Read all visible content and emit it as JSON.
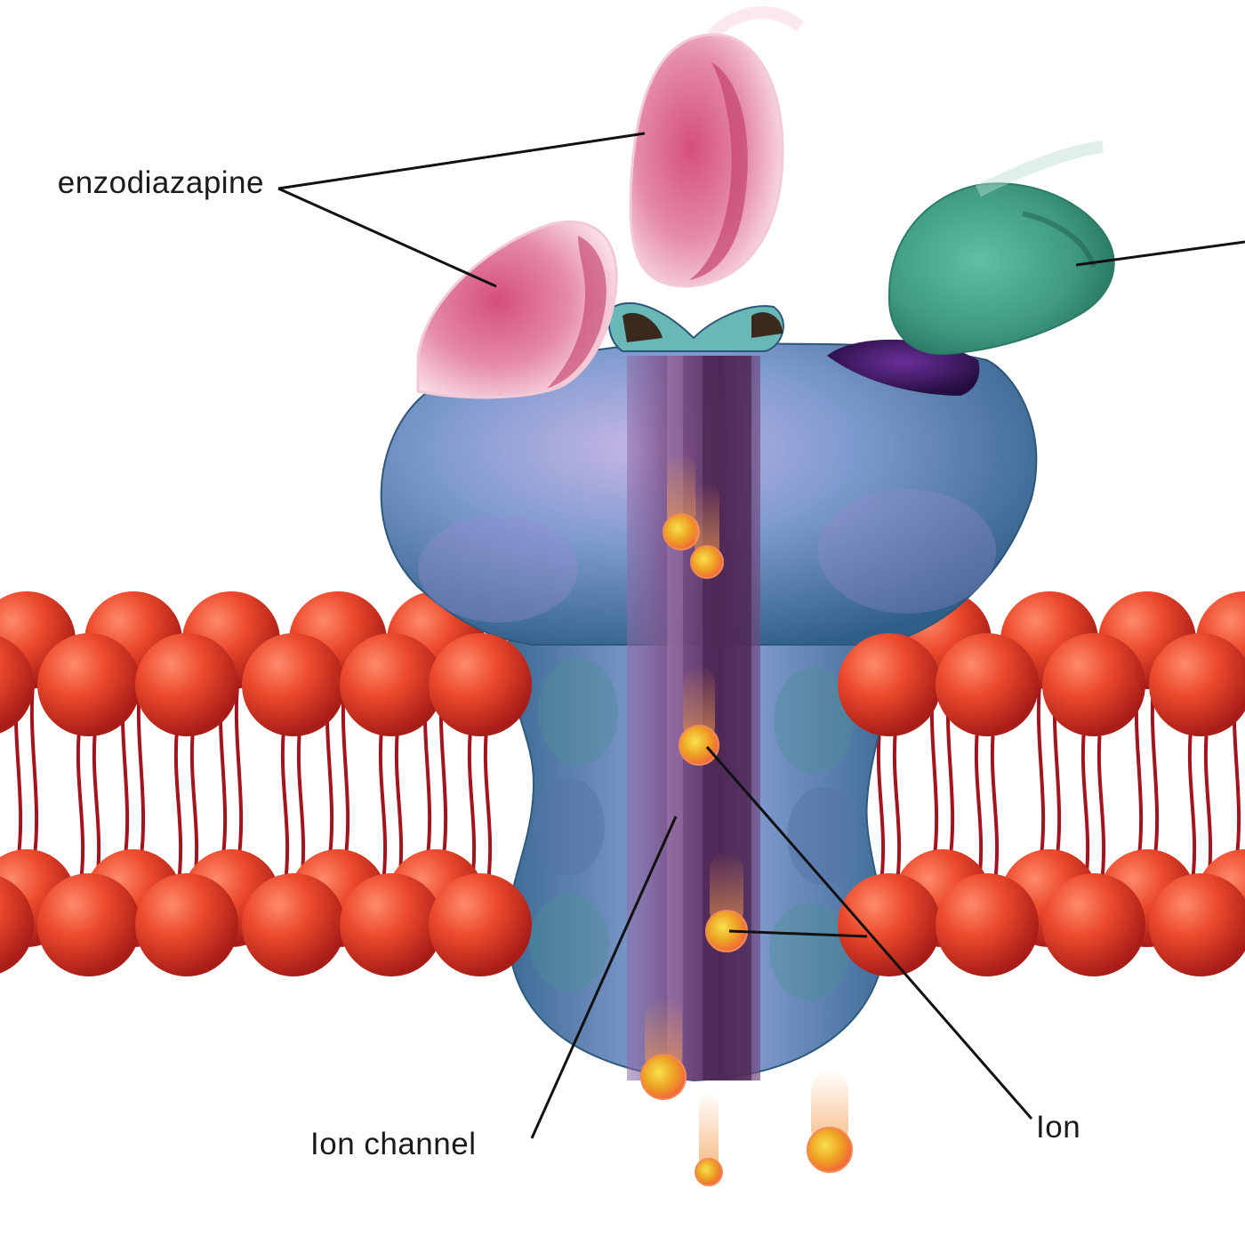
{
  "labels": {
    "benzodiazapine": "enzodiazapine",
    "ion_channel": "Ion channel",
    "ion": "Ion"
  },
  "colors": {
    "membrane_head": "#e8412a",
    "membrane_tail": "#a3141e",
    "receptor": "#7d9cc8",
    "receptor_teal": "#3fb3a6",
    "channel_pore": "#6b3f6e",
    "benzodiazepine": "#e0708f",
    "gaba": "#4a9e86",
    "ion": "#f2b229",
    "leader_line": "#111111"
  }
}
